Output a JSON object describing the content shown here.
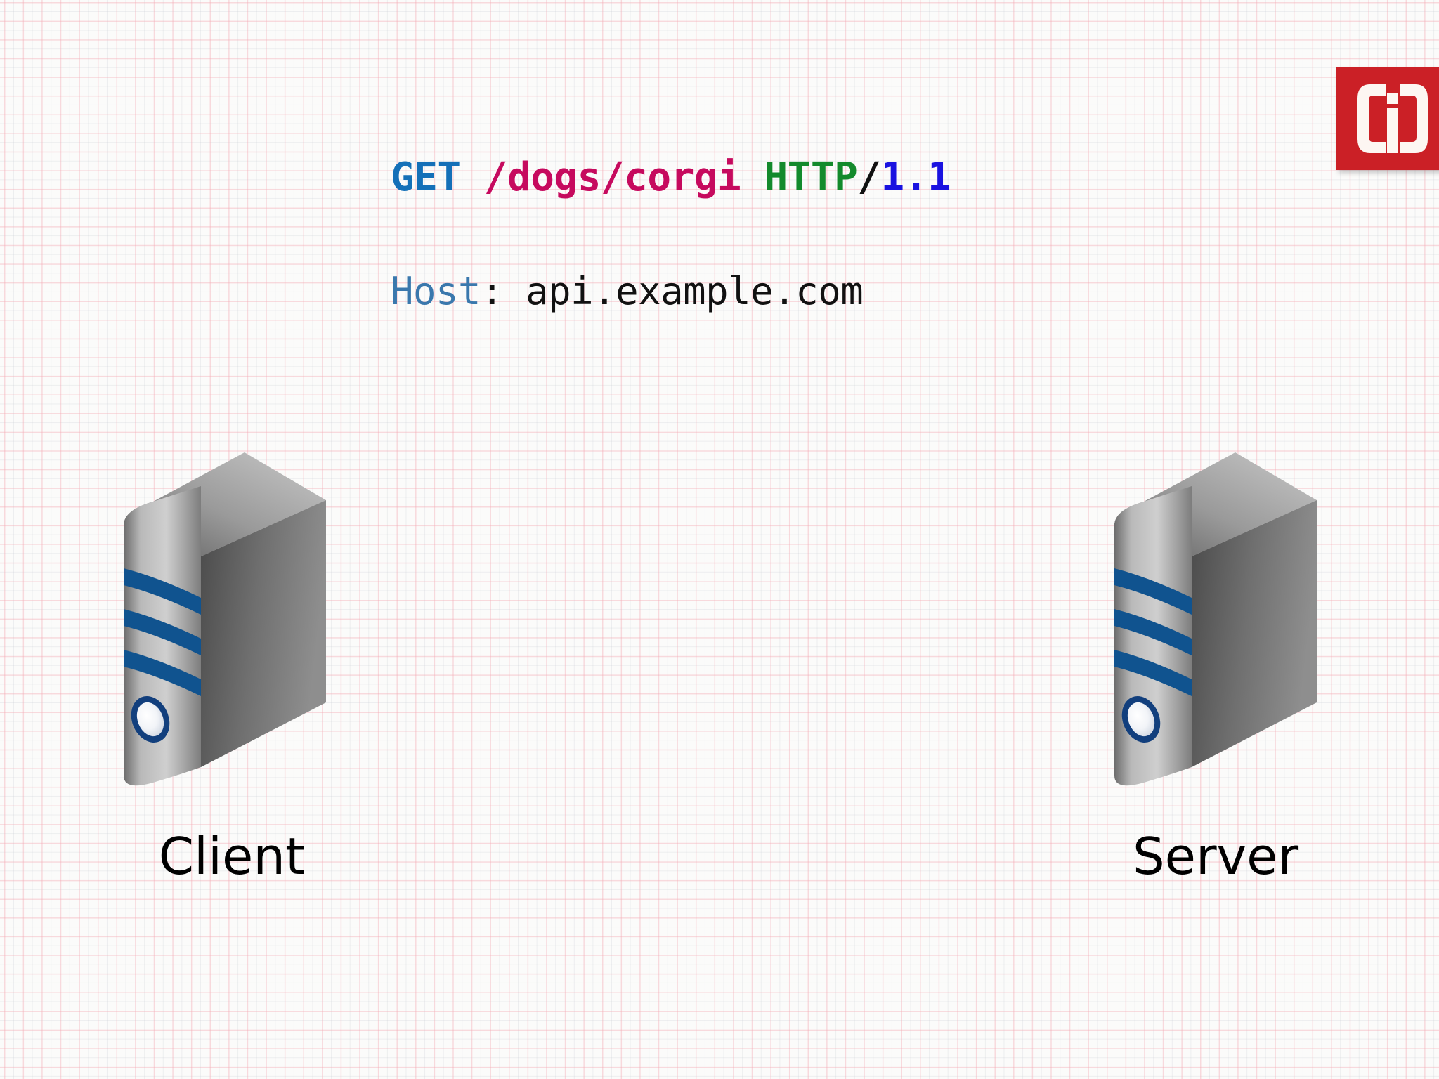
{
  "page": {
    "background_color": "#fbfbfa",
    "grid_color": "#f4aab4"
  },
  "request": {
    "line1": {
      "method": "GET",
      "space1": " ",
      "path": "/dogs/corgi",
      "space2": " ",
      "protocol": "HTTP",
      "slash": "/",
      "version": "1.1",
      "colors": {
        "method": "#1470b8",
        "path": "#c60a5e",
        "protocol": "#138a2c",
        "slash": "#111111",
        "version": "#1a12e0"
      }
    },
    "line2": {
      "header_name": "Host",
      "separator": ": ",
      "header_value": "api.example.com",
      "colors": {
        "header_name": "#3a78ad",
        "separator": "#111111",
        "header_value": "#111111"
      }
    }
  },
  "logo": {
    "alt": "bracket-i-logo",
    "background_color": "#cb2026",
    "mark_color": "#fdf6f2"
  },
  "nodes": [
    {
      "id": "client",
      "label": "Client",
      "icon": "server-tower-icon",
      "stripe_color": "#10538f",
      "led_ring_color": "#123f7d",
      "led_core_color": "#ffffff"
    },
    {
      "id": "server",
      "label": "Server",
      "icon": "server-tower-icon",
      "stripe_color": "#10538f",
      "led_ring_color": "#123f7d",
      "led_core_color": "#ffffff"
    }
  ]
}
